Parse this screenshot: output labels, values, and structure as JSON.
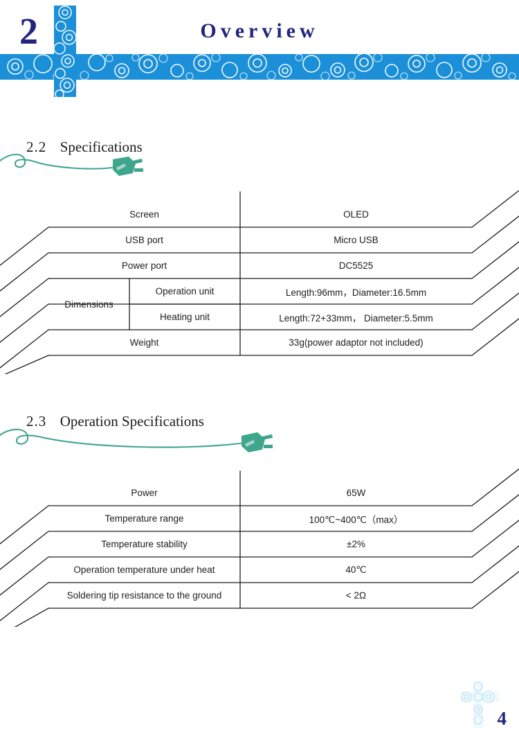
{
  "header": {
    "chapter_number": "2",
    "title": "Overview",
    "title_color": "#22247e",
    "band_color": "#1b90d8"
  },
  "sections": [
    {
      "number": "2.2",
      "title": "Specifications",
      "icon": "power-plug-icon",
      "icon_color": "#3fa58c"
    },
    {
      "number": "2.3",
      "title": "Operation Specifications",
      "icon": "power-plug-icon",
      "icon_color": "#3fa58c"
    }
  ],
  "spec_table": {
    "rows": [
      {
        "label": "Screen",
        "sublabel": "",
        "value": "OLED"
      },
      {
        "label": "USB port",
        "sublabel": "",
        "value": "Micro  USB"
      },
      {
        "label": "Power port",
        "sublabel": "",
        "value": "DC5525"
      },
      {
        "label": "Dimensions",
        "sublabel": "Operation unit",
        "value": "Length:96mm，Diameter:16.5mm"
      },
      {
        "label": "",
        "sublabel": "Heating unit",
        "value": "Length:72+33mm， Diameter:5.5mm"
      },
      {
        "label": "Weight",
        "sublabel": "",
        "value": "33g(power adaptor not included)"
      }
    ]
  },
  "operation_table": {
    "rows": [
      {
        "label": "Power",
        "value": "65W"
      },
      {
        "label": "Temperature range",
        "value": "100℃~400℃（max）"
      },
      {
        "label": "Temperature stability",
        "value": "±2%"
      },
      {
        "label": "Operation temperature under heat",
        "value": "40℃"
      },
      {
        "label": "Soldering tip resistance to the ground",
        "value": "< 2Ω"
      }
    ]
  },
  "footer": {
    "page_number": "4"
  }
}
